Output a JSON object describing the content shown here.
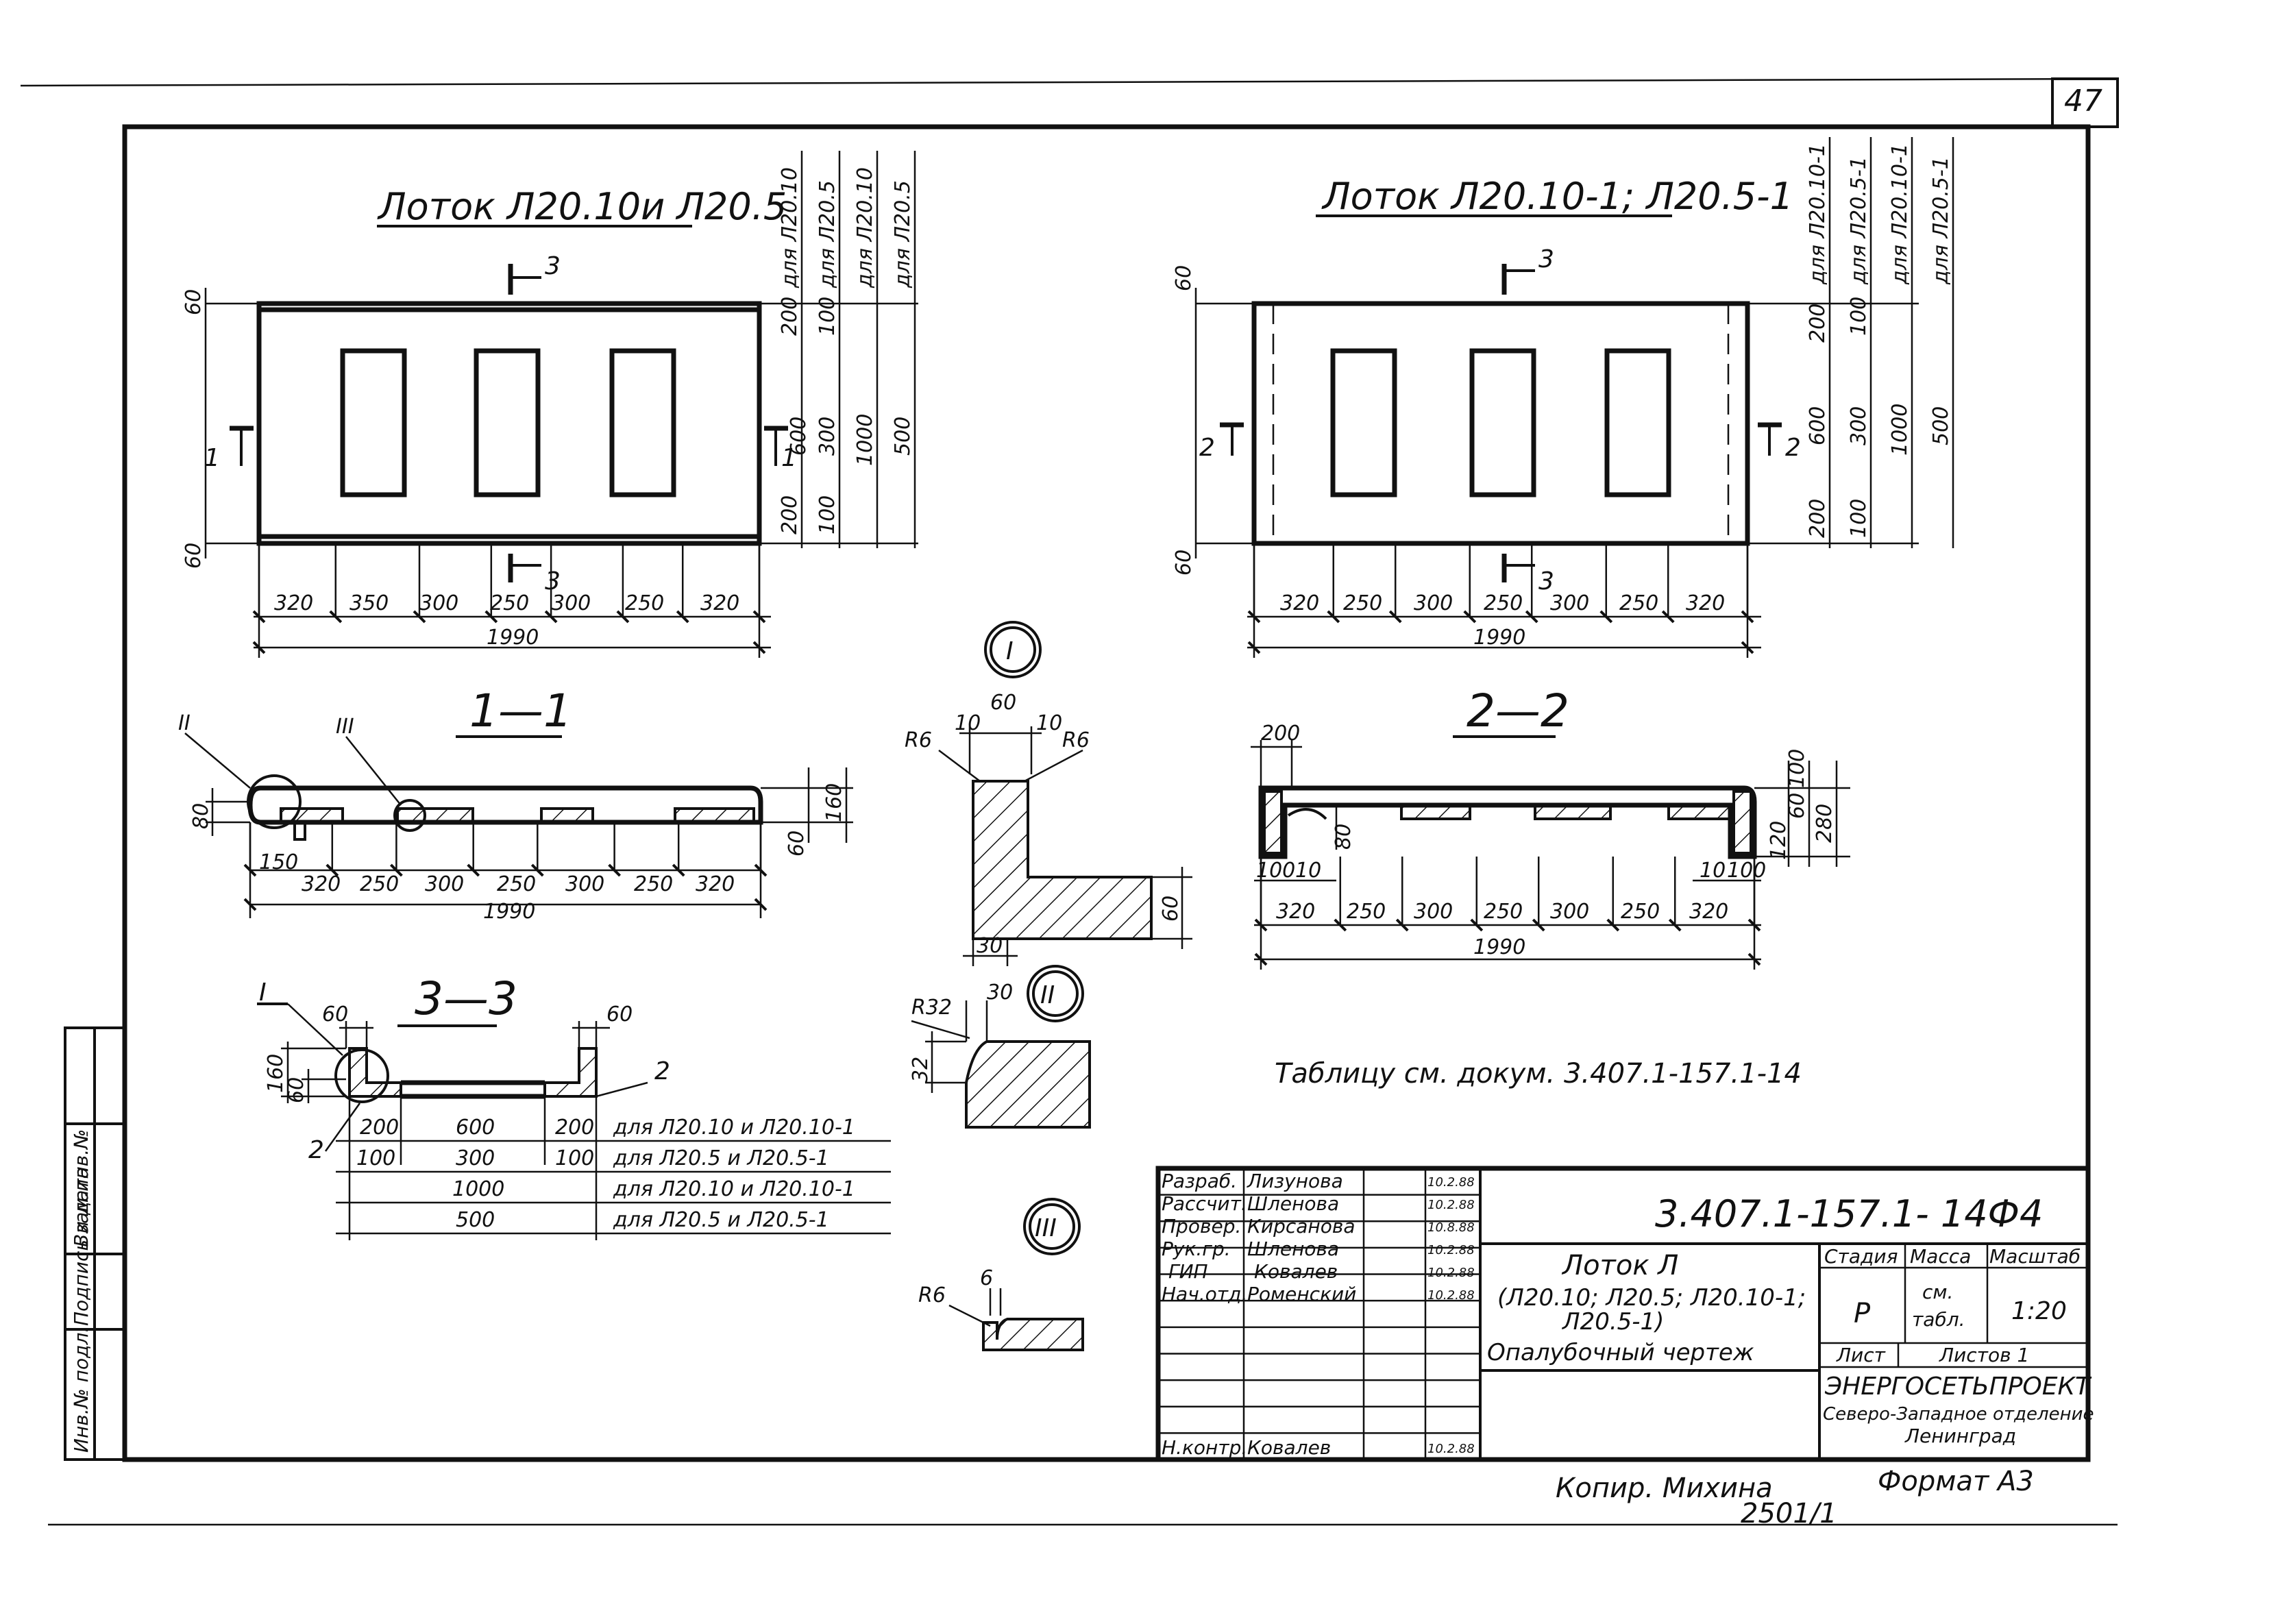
{
  "sheet": {
    "page_number": "47",
    "left_strip": {
      "inv_podl": "Инв.№ подл.",
      "podpis": "Подпись и дата",
      "vzam": "Взам.инв.№"
    },
    "footer": {
      "kopir": "Копир. Михина",
      "format": "Формат А3",
      "number": "2501/1"
    },
    "table_note": "Таблицу см. докум. 3.407.1-157.1-14"
  },
  "plan_left": {
    "title": "Лоток Л20.10и Л20.5",
    "bottom_dims": [
      "320",
      "350",
      "300",
      "250",
      "300",
      "250",
      "320"
    ],
    "total": "1990",
    "edge_dims": [
      "60",
      "60"
    ],
    "right_dims": {
      "col1": [
        "200",
        "600",
        "200"
      ],
      "col2": [
        "100",
        "300",
        "100"
      ],
      "col3": "1000",
      "col4": "500"
    },
    "headers": [
      "для Л20.10",
      "для Л20.5",
      "для Л20.10",
      "для Л20.5"
    ],
    "section_marks": [
      "3",
      "3",
      "1",
      "1"
    ]
  },
  "plan_right": {
    "title": "Лоток Л20.10-1; Л20.5-1",
    "bottom_dims": [
      "320",
      "250",
      "300",
      "250",
      "300",
      "250",
      "320"
    ],
    "total": "1990",
    "edge_dims": [
      "60",
      "60"
    ],
    "right_dims": {
      "col1": [
        "200",
        "600",
        "200"
      ],
      "col2": [
        "100",
        "300",
        "100"
      ],
      "col3": "1000",
      "col4": "500"
    },
    "headers": [
      "для Л20.10-1",
      "для Л20.5-1",
      "для Л20.10-1",
      "для Л20.5-1"
    ],
    "section_marks": [
      "3",
      "3",
      "2",
      "2"
    ]
  },
  "section_1_1": {
    "title": "1—1",
    "callouts": [
      "II",
      "III"
    ],
    "left_dims": [
      "80"
    ],
    "right_dims": [
      "60",
      "160"
    ],
    "sub_dim": "150",
    "bottom_dims": [
      "320",
      "250",
      "300",
      "250",
      "300",
      "250",
      "320"
    ],
    "total": "1990"
  },
  "section_2_2": {
    "title": "2—2",
    "top_dim": "200",
    "inner_dims": [
      "80",
      "100",
      "10",
      "10",
      "100"
    ],
    "right_dims": [
      "100",
      "60",
      "120",
      "280"
    ],
    "bottom_dims": [
      "320",
      "250",
      "300",
      "250",
      "300",
      "250",
      "320"
    ],
    "total": "1990"
  },
  "section_3_3": {
    "title": "3—3",
    "callout": "I",
    "markers": [
      "2",
      "2"
    ],
    "top_dims": [
      "60",
      "60"
    ],
    "left_dims": [
      "160",
      "60"
    ],
    "rows": [
      {
        "dims": [
          "200",
          "600",
          "200"
        ],
        "note": "для Л20.10 и Л20.10-1"
      },
      {
        "dims": [
          "100",
          "300",
          "100"
        ],
        "note": "для Л20.5 и Л20.5-1"
      },
      {
        "dims": [
          "1000"
        ],
        "note": "для Л20.10 и Л20.10-1"
      },
      {
        "dims": [
          "500"
        ],
        "note": "для Л20.5 и Л20.5-1"
      }
    ]
  },
  "detail_I": {
    "label": "I",
    "dims": [
      "60",
      "10",
      "10",
      "R6",
      "R6",
      "60",
      "30"
    ]
  },
  "detail_II": {
    "label": "II",
    "dims": [
      "R32",
      "30",
      "32"
    ]
  },
  "detail_III": {
    "label": "III",
    "dims": [
      "R6",
      "6"
    ]
  },
  "title_block": {
    "doc_code": "3.407.1-157.1- 14Ф4",
    "roles": [
      {
        "role": "Разраб.",
        "name": "Лизунова",
        "date": "10.2.88"
      },
      {
        "role": "Рассчит.",
        "name": "Шленова",
        "date": "10.2.88"
      },
      {
        "role": "Провер.",
        "name": "Кирсанова",
        "date": "10.8.88"
      },
      {
        "role": "Рук.гр.",
        "name": "Шленова",
        "date": "10.2.88"
      },
      {
        "role": "ГИП",
        "name": "Ковалев",
        "date": "10.2.88"
      },
      {
        "role": "Нач.отд.",
        "name": "Роменский",
        "date": "10.2.88"
      },
      {
        "role": "",
        "name": "",
        "date": ""
      },
      {
        "role": "",
        "name": "",
        "date": ""
      },
      {
        "role": "",
        "name": "",
        "date": ""
      },
      {
        "role": "",
        "name": "",
        "date": ""
      },
      {
        "role": "Н.контр.",
        "name": "Ковалев",
        "date": "10.2.88"
      }
    ],
    "item_title": "Лоток Л",
    "item_sub1": "(Л20.10; Л20.5; Л20.10-1;",
    "item_sub2": "Л20.5-1)",
    "item_desc": "Опалубочный чертеж",
    "stage_h": "Стадия",
    "mass_h": "Масса",
    "scale_h": "Масштаб",
    "stage": "Р",
    "mass_1": "см.",
    "mass_2": "табл.",
    "scale": "1:20",
    "sheet_h": "Лист",
    "sheets_h": "Листов 1",
    "org_1": "ЭНЕРГОСЕТЬПРОЕКТ",
    "org_2": "Северо-Западное отделение",
    "org_3": "Ленинград"
  }
}
